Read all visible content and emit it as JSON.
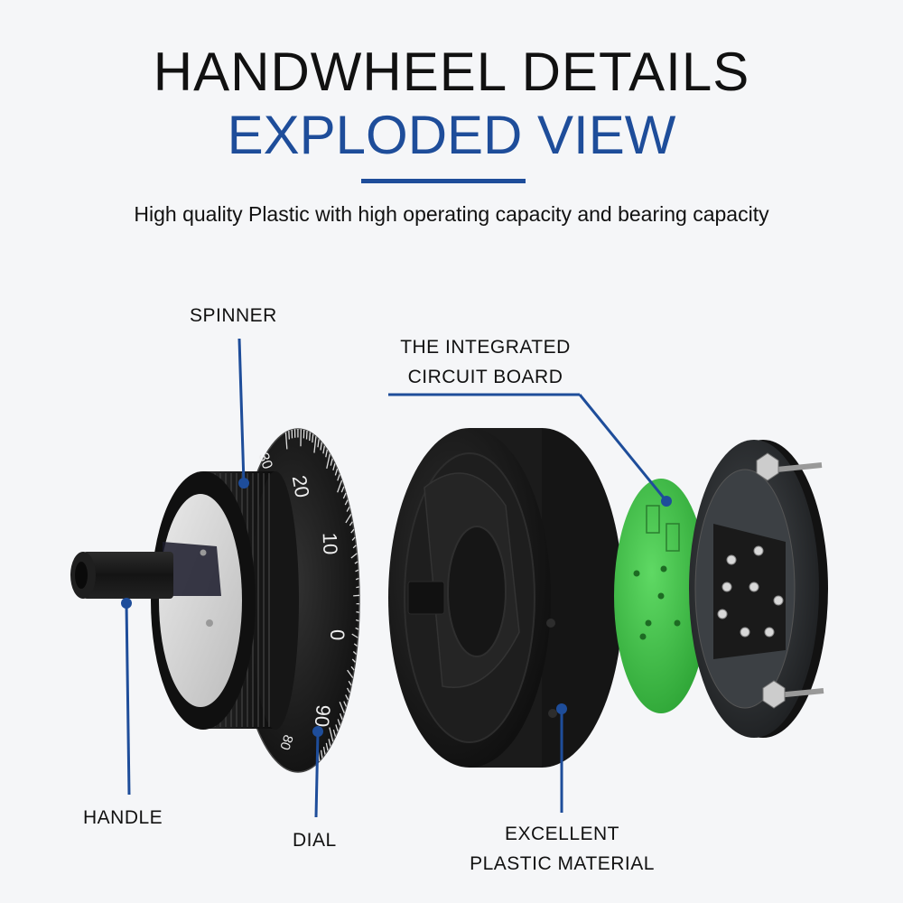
{
  "header": {
    "title_line1": "HANDWHEEL DETAILS",
    "title_line2": "EXPLODED VIEW",
    "subtitle": "High quality Plastic  with high operating capacity and bearing capacity"
  },
  "labels": {
    "spinner": "SPINNER",
    "circuit_line1": "THE INTEGRATED",
    "circuit_line2": "CIRCUIT BOARD",
    "handle": "HANDLE",
    "dial": "DIAL",
    "material_line1": "EXCELLENT",
    "material_line2": "PLASTIC MATERIAL"
  },
  "dial_numbers": [
    "30",
    "20",
    "10",
    "0",
    "90",
    "80"
  ],
  "colors": {
    "accent": "#1e4d9a",
    "leader_line": "#1e4d9a",
    "board_green": "#3fbf45",
    "part_black": "#1c1c1c"
  },
  "icons": [
    "handwheel-knob-render",
    "encoder-housing-render",
    "circuit-board-render",
    "base-plate-render"
  ]
}
